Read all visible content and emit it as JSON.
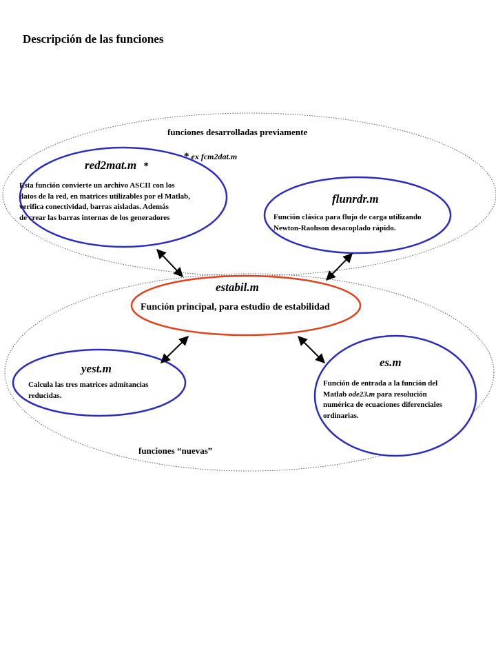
{
  "page": {
    "title": "Descripción de las funciones"
  },
  "groups": {
    "previous": {
      "label": "funciones desarrolladas previamente"
    },
    "new": {
      "label": "funciones “nuevas”"
    }
  },
  "note": {
    "star": "*",
    "text": "ex fcm2dat.m"
  },
  "nodes": {
    "red2mat": {
      "name": "red2mat.m",
      "star": "*",
      "lines": [
        "Esta función convierte un archivo ASCII  con los",
        " datos de la red, en matrices utilizables por el Matlab,",
        "verifica conectividad, barras aisladas. Además",
        "de crear las barras internas de los generadores"
      ]
    },
    "flunrdr": {
      "name": "flunrdr.m",
      "lines": [
        "Función clásica para flujo de carga utilizando",
        "Newton-Raohson  desacoplado rápido."
      ]
    },
    "estabil": {
      "name": "estabil.m",
      "desc": "Función principal, para estudio de estabilidad"
    },
    "yest": {
      "name": "yest.m",
      "lines": [
        "Calcula las tres matrices admitancias",
        "reducidas."
      ]
    },
    "es": {
      "name": "es.m",
      "line1": "Función de entrada a la función del",
      "line2_prefix": "Matlab ",
      "line2_italic": "ode23.m",
      "line2_suffix": " para resolución",
      "line3": "numérica de ecuaciones diferenciales",
      "line4": "ordinarias."
    }
  },
  "colors": {
    "node_border": "#2b2bbf",
    "main_border": "#e0401a",
    "group_border": "#555555",
    "arrow": "#000000"
  }
}
